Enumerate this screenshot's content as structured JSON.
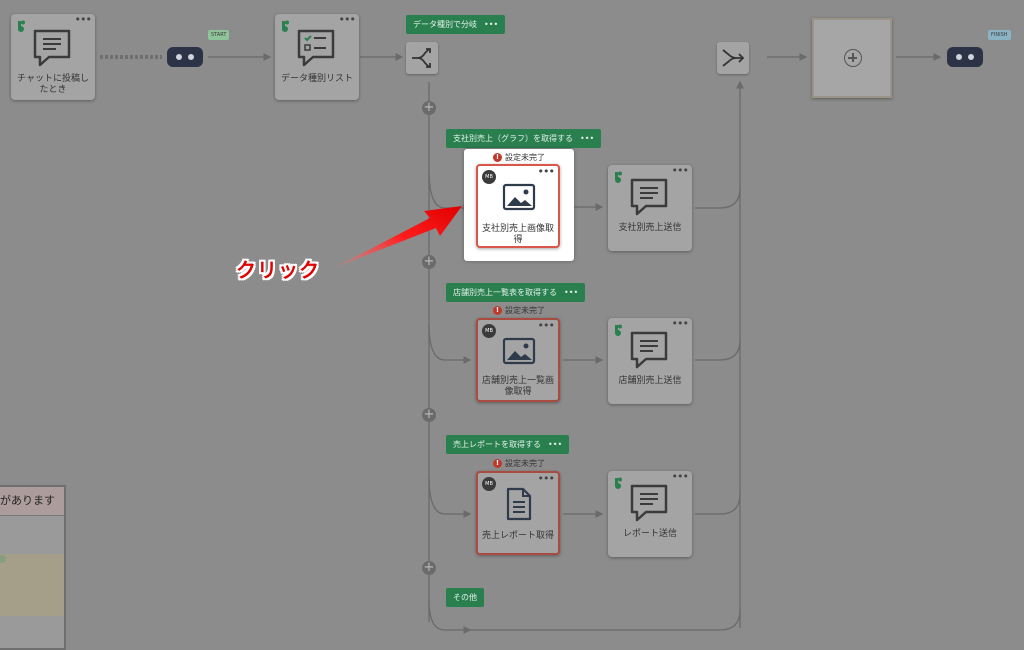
{
  "nodes": {
    "chat_trigger": "チャットに投稿したとき",
    "data_type_list": "データ種別リスト",
    "branch1_fetch": "支社別売上画像取得",
    "branch1_send": "支社別売上送信",
    "branch2_fetch": "店舗別売上一覧画像取得",
    "branch2_send": "店舗別売上送信",
    "branch3_fetch": "売上レポート取得",
    "branch3_send": "レポート送信"
  },
  "tags": {
    "split": "データ種別で分岐",
    "branch1": "支社別売上（グラフ）を取得する",
    "branch2": "店舗別売上一覧表を取得する",
    "branch3": "売上レポートを取得する",
    "other": "その他"
  },
  "badges": {
    "start": "START",
    "finish": "FINISH",
    "mb": "MB"
  },
  "warning": "設定未完了",
  "menu_dots": "•••",
  "plus_symbol": "+",
  "callout": "クリック",
  "side_panel": {
    "header": "があります"
  },
  "icons": {
    "trigger": "chat-list-icon",
    "list": "checklist-icon",
    "fetch_image": "image-icon",
    "fetch_doc": "document-icon",
    "send": "chat-message-icon",
    "split": "split-arrow-icon",
    "merge": "merge-arrow-icon",
    "add": "plus-circle-icon"
  },
  "colors": {
    "overlay": "#8c8c8c",
    "tag_green": "#2a7f4f",
    "error_border": "#d9564a",
    "callout_red": "#e30000",
    "robot": "#2c3346"
  }
}
